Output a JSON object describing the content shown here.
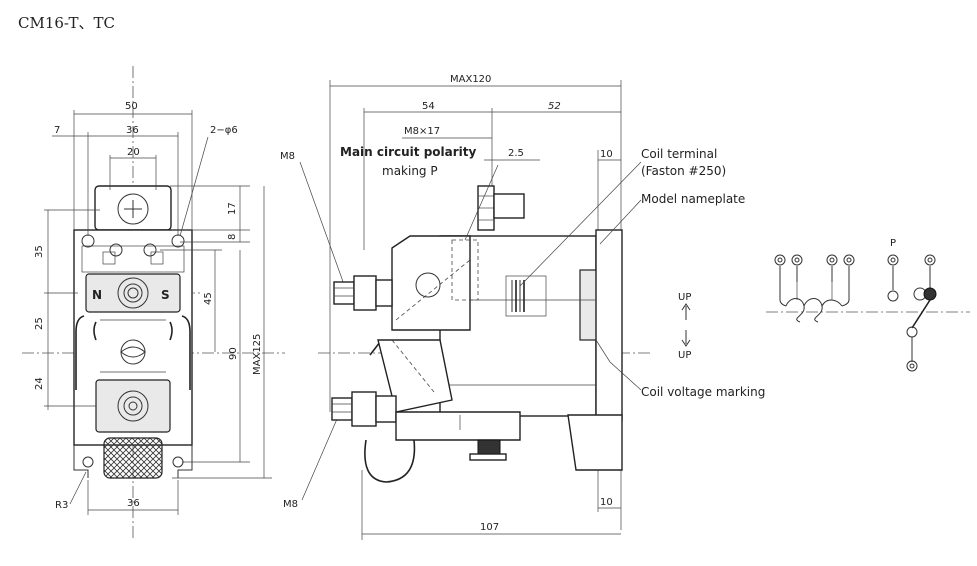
{
  "title": "CM16-T、TC",
  "front_view": {
    "dims": {
      "w50": "50",
      "w36_top": "36",
      "w20": "20",
      "w7": "7",
      "holes": "2−φ6",
      "h35": "35",
      "h25": "25",
      "h24": "24",
      "v17": "17",
      "v8": "8",
      "v45": "45",
      "v90": "90",
      "vmax125": "MAX125",
      "w36_bot": "36",
      "r3": "R3"
    },
    "polarity_n": "N",
    "polarity_s": "S"
  },
  "side_view": {
    "dims": {
      "max120": "MAX120",
      "d54": "54",
      "d52": "52",
      "m8x17": "M8×17",
      "d25": "2.5",
      "d10_top": "10",
      "d10_bot": "10",
      "d107": "107",
      "m8_top": "M8",
      "m8_bot": "M8"
    },
    "labels": {
      "polarity_line1": "Main circuit polarity",
      "polarity_line2": "making P",
      "coil_terminal_line1": "Coil terminal",
      "coil_terminal_line2": "(Faston #250)",
      "model_nameplate": "Model nameplate",
      "coil_voltage": "Coil voltage marking"
    },
    "up_top": "UP",
    "up_bottom": "UP"
  },
  "schematic": {
    "p_label": "P"
  }
}
